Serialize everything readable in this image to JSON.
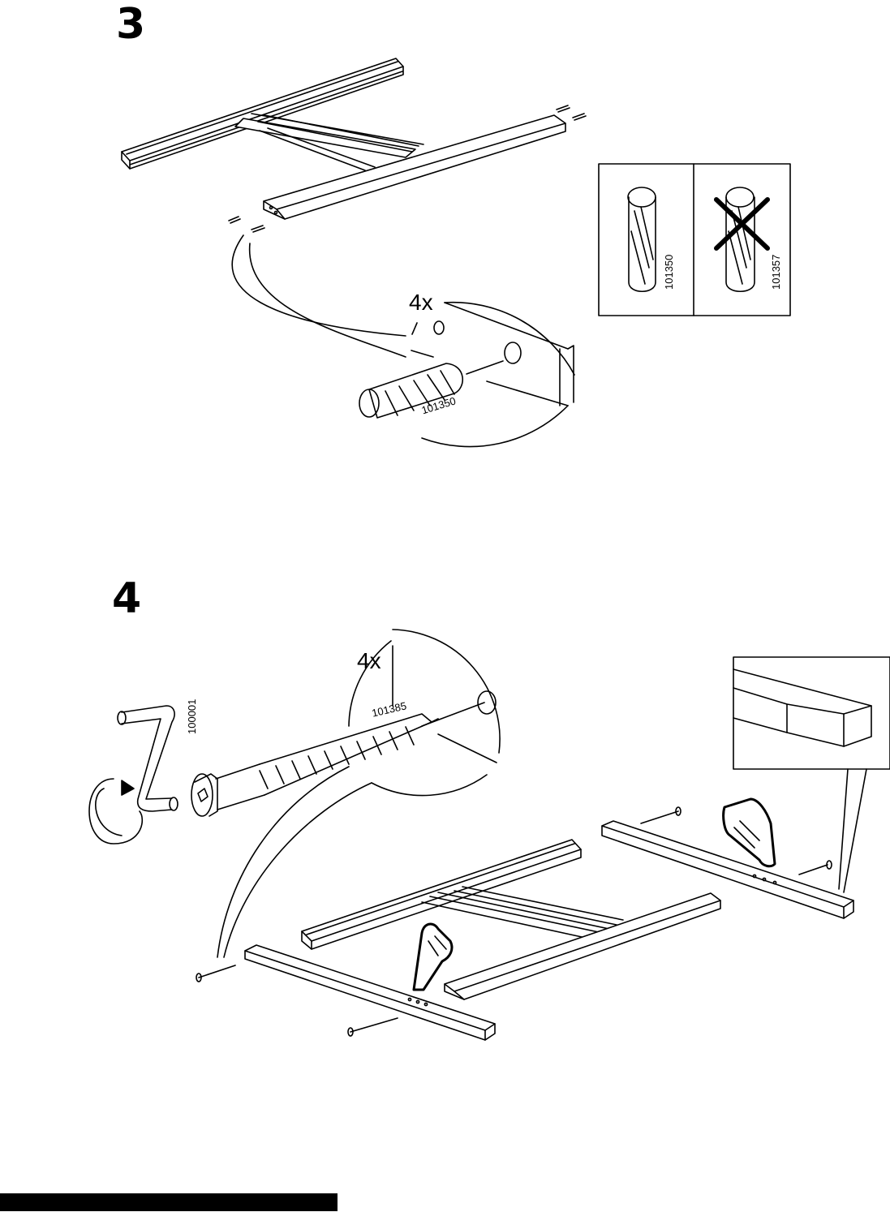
{
  "step3": {
    "number": "3",
    "detail_quantity": "4x",
    "detail_part_no": "101350",
    "correct_part_no": "101350",
    "wrong_part_no": "101357"
  },
  "step4": {
    "number": "4",
    "detail_quantity": "4x",
    "screw_part_no": "101385",
    "key_part_no": "100001"
  }
}
